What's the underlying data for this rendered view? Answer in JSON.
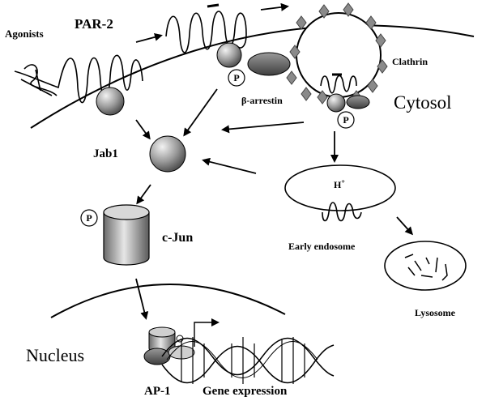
{
  "labels": {
    "agonists": "Agonists",
    "par2": "PAR-2",
    "clathrin": "Clathrin",
    "beta_arrestin": "β-arrestin",
    "cytosol": "Cytosol",
    "jab1": "Jab1",
    "cjun": "c-Jun",
    "h_plus": "H",
    "h_plus_sup": "+",
    "early_endosome": "Early endosome",
    "lysosome": "Lysosome",
    "nucleus": "Nucleus",
    "ap1": "AP-1",
    "gene_expression": "Gene expression",
    "phospho_label": "P"
  }
}
